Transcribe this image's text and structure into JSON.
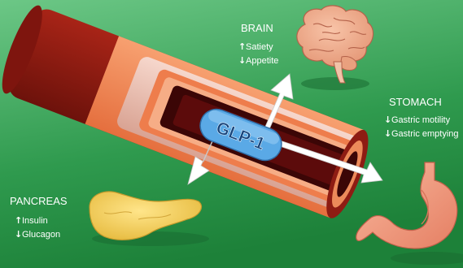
{
  "center_label": "GLP-1",
  "brain": {
    "title": "BRAIN",
    "effects": [
      {
        "arrow": "↑",
        "text": "Satiety"
      },
      {
        "arrow": "↓",
        "text": "Appetite"
      }
    ]
  },
  "stomach": {
    "title": "STOMACH",
    "effects": [
      {
        "arrow": "↓",
        "text": "Gastric motility"
      },
      {
        "arrow": "↓",
        "text": "Gastric emptying"
      }
    ]
  },
  "pancreas": {
    "title": "PANCREAS",
    "effects": [
      {
        "arrow": "↑",
        "text": "Insulin"
      },
      {
        "arrow": "↓",
        "text": "Glucagon"
      }
    ]
  },
  "colors": {
    "background_top": "#5fbf7a",
    "background_bottom": "#1f8a3e",
    "vessel_outer": "#8b1a12",
    "vessel_inner": "#f08a5a",
    "glp_badge": "#5aa9e6",
    "arrow": "#ffffff"
  }
}
